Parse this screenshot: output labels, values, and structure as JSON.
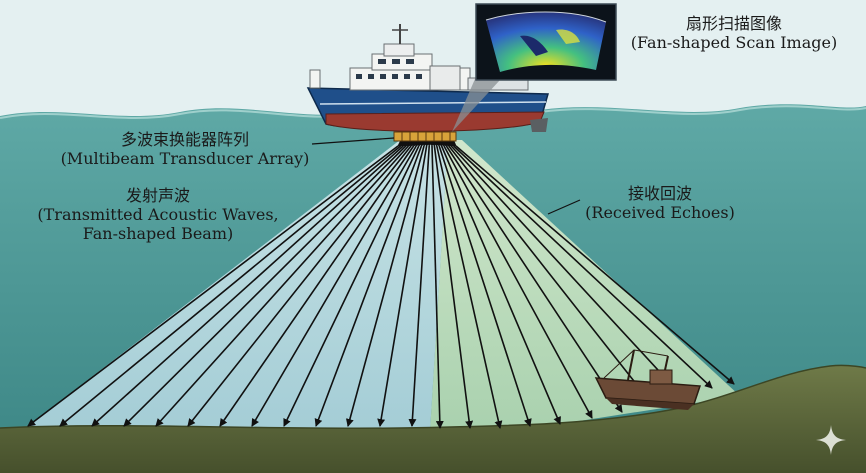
{
  "labels": {
    "fan_cn": "扇形扫描图像",
    "fan_en": "(Fan-shaped Scan Image)",
    "transducer_cn": "多波束换能器阵列",
    "transducer_en": "(Multibeam Transducer Array)",
    "transmit_cn": "发射声波",
    "transmit_en_1": "(Transmitted Acoustic Waves,",
    "transmit_en_2": "Fan-shaped Beam)",
    "echo_cn": "接收回波",
    "echo_en": "(Received Echoes)"
  },
  "colors": {
    "sky": "#e4f0f1",
    "sea": "#4f9a9a",
    "sea_deep": "#2f7878",
    "seafloor": "#56623a",
    "transmit_beam": "#cfe6ea",
    "echo_beam": "#d7ecc9",
    "hull_blue": "#1f4f8a",
    "hull_red": "#9a3a30",
    "scan_screen": "#101820",
    "wreck": "#6b4a36"
  },
  "icons": {
    "ship": "research-vessel-icon",
    "wreck": "shipwreck-icon",
    "sparkle": "sparkle-icon"
  }
}
